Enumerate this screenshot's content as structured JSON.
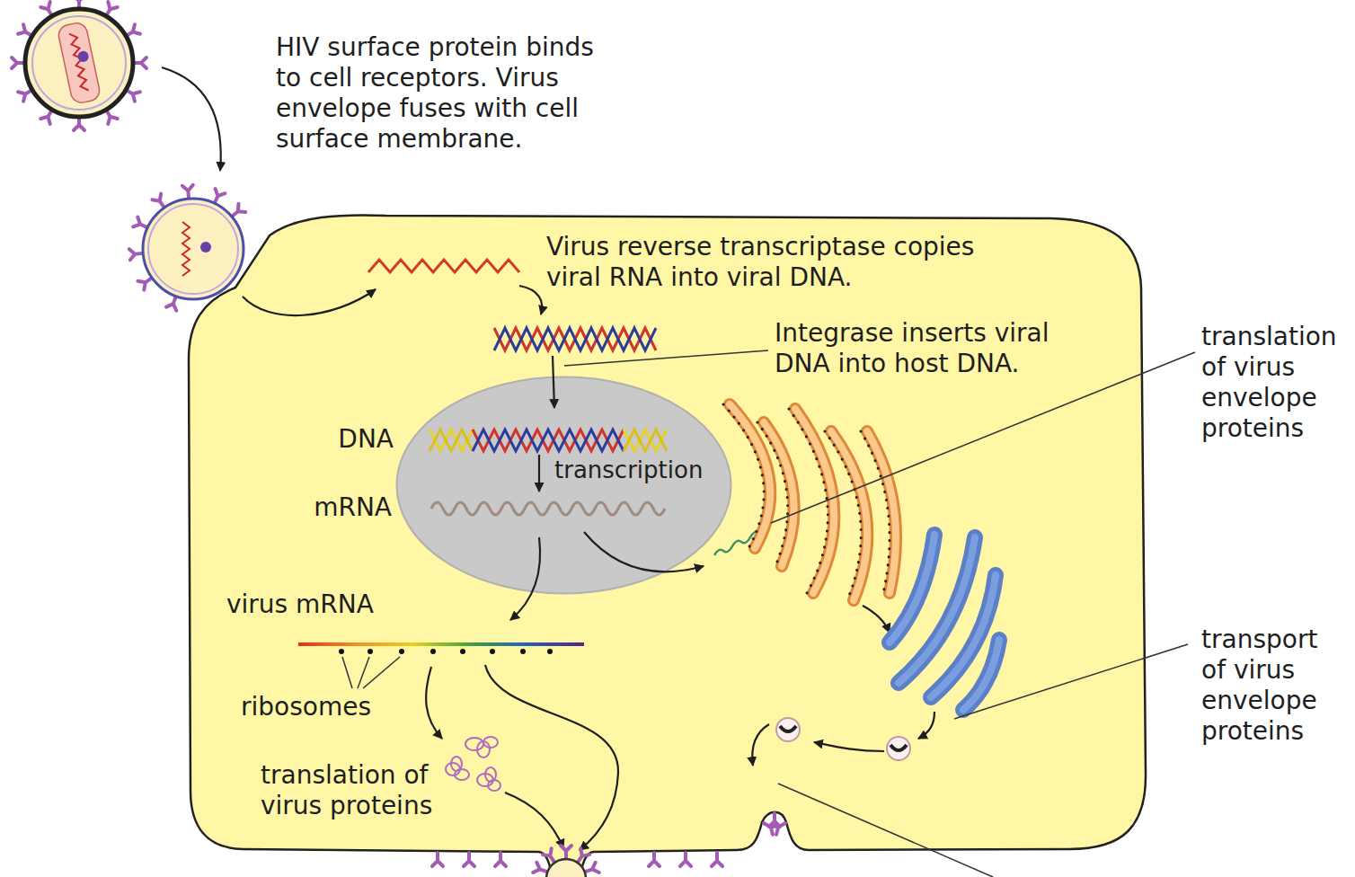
{
  "diagram": {
    "nodes": [
      {
        "text": [
          "Virus reverse transcriptase copies viral RNA into viral DNA.",
          "Integrase inserts viral DNA into host DNA.",
          "DNA",
          "mRNA",
          "virus mRNA",
          "ribosomes",
          "translation of virus proteins"
        ]
      },
      {
        "text": [
          "transcription"
        ],
        "in": 0
      }
    ],
    "labels": [
      "HIV surface protein binds to cell receptors. Virus envelope fuses with cell surface membrane.",
      "translation of virus envelope proteins",
      "transport of virus envelope proteins"
    ]
  }
}
